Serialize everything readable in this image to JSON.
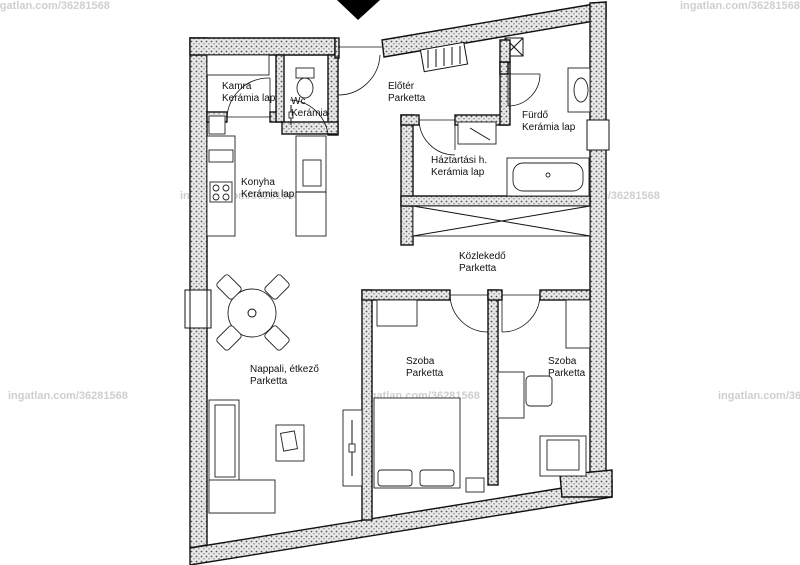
{
  "rooms": {
    "kamra": {
      "name": "Kamra",
      "floor": "Kerámia lap"
    },
    "wc": {
      "name": "Wc",
      "floor": "Kerámia"
    },
    "eloter": {
      "name": "Előtér",
      "floor": "Parketta"
    },
    "furdo": {
      "name": "Fürdő",
      "floor": "Kerámia lap"
    },
    "konyha": {
      "name": "Konyha",
      "floor": "Kerámia lap"
    },
    "haztartasi": {
      "name": "Háztartási h.",
      "floor": "Kerámia lap"
    },
    "kozlekedo": {
      "name": "Közlekedő",
      "floor": "Parketta"
    },
    "nappali": {
      "name": "Nappali, étkező",
      "floor": "Parketta"
    },
    "szoba1": {
      "name": "Szoba",
      "floor": "Parketta"
    },
    "szoba2": {
      "name": "Szoba",
      "floor": "Parketta"
    }
  },
  "watermark": {
    "text": "ingatlan.com/36281568"
  }
}
